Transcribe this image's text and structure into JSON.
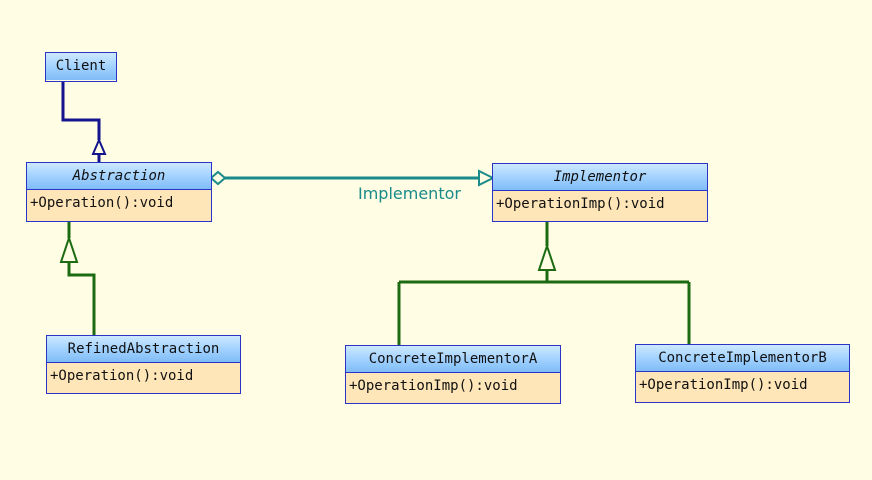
{
  "classes": {
    "client": {
      "name": "Client"
    },
    "abstraction": {
      "name": "Abstraction",
      "operation": "+Operation():void"
    },
    "implementor": {
      "name": "Implementor",
      "operation": "+OperationImp():void"
    },
    "refined_abstraction": {
      "name": "RefinedAbstraction",
      "operation": "+Operation():void"
    },
    "concrete_implementor_a": {
      "name": "ConcreteImplementorA",
      "operation": "+OperationImp():void"
    },
    "concrete_implementor_b": {
      "name": "ConcreteImplementorB",
      "operation": "+OperationImp():void"
    }
  },
  "associations": {
    "implementor_role": "Implementor"
  },
  "colors": {
    "background": "#fffde3",
    "class_border": "#2a35c8",
    "class_header": "#9fd0ff",
    "class_body": "#ffe6b8",
    "dependency_line": "#14148c",
    "inheritance_line": "#1c6b12",
    "association_line": "#1a8a8a"
  }
}
